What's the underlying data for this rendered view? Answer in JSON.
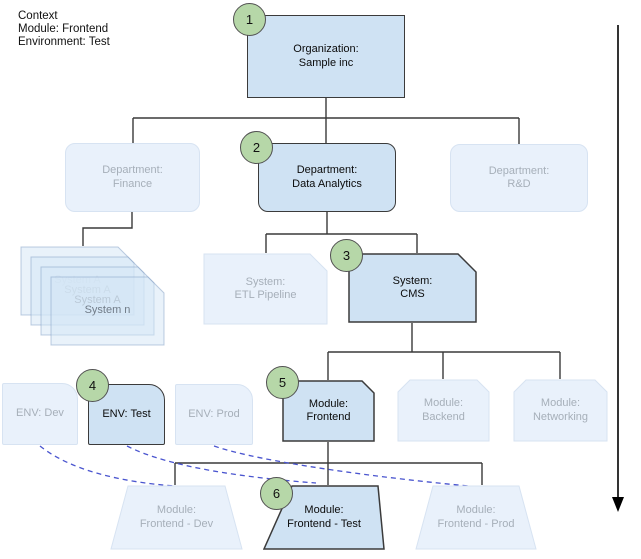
{
  "context": {
    "line1": "Context",
    "line2": "Module: Frontend",
    "line3": "Environment: Test"
  },
  "badges": [
    "1",
    "2",
    "3",
    "4",
    "5",
    "6"
  ],
  "nodes": {
    "org": {
      "line1": "Organization:",
      "line2": "Sample inc"
    },
    "dept_finance": {
      "line1": "Department:",
      "line2": "Finance"
    },
    "dept_data_analytics": {
      "line1": "Department:",
      "line2": "Data Analytics"
    },
    "dept_rd": {
      "line1": "Department:",
      "line2": "R&D"
    },
    "system_stack": {
      "labels": [
        "System A",
        "System A",
        "System A",
        "System n"
      ]
    },
    "system_etl": {
      "line1": "System:",
      "line2": "ETL Pipeline"
    },
    "system_cms": {
      "line1": "System:",
      "line2": "CMS"
    },
    "env_dev": {
      "label": "ENV: Dev"
    },
    "env_test": {
      "label": "ENV: Test"
    },
    "env_prod": {
      "label": "ENV: Prod"
    },
    "module_frontend": {
      "line1": "Module:",
      "line2": "Frontend"
    },
    "module_backend": {
      "line1": "Module:",
      "line2": "Backend"
    },
    "module_networking": {
      "line1": "Module:",
      "line2": "Networking"
    },
    "deploy_dev": {
      "line1": "Module:",
      "line2": "Frontend - Dev"
    },
    "deploy_test": {
      "line1": "Module:",
      "line2": "Frontend - Test"
    },
    "deploy_prod": {
      "line1": "Module:",
      "line2": "Frontend - Prod"
    }
  },
  "colors": {
    "active_fill": "#cfe2f3",
    "active_border": "#3b3b3b",
    "faded_fill": "#e9f1fb",
    "faded_border": "#d7e3f2",
    "faded_text": "#a6afb9",
    "badge_green": "#b6d7a8",
    "dashed_link_blue": "#4a55cf",
    "connector_gray": "#3a3a3a"
  }
}
